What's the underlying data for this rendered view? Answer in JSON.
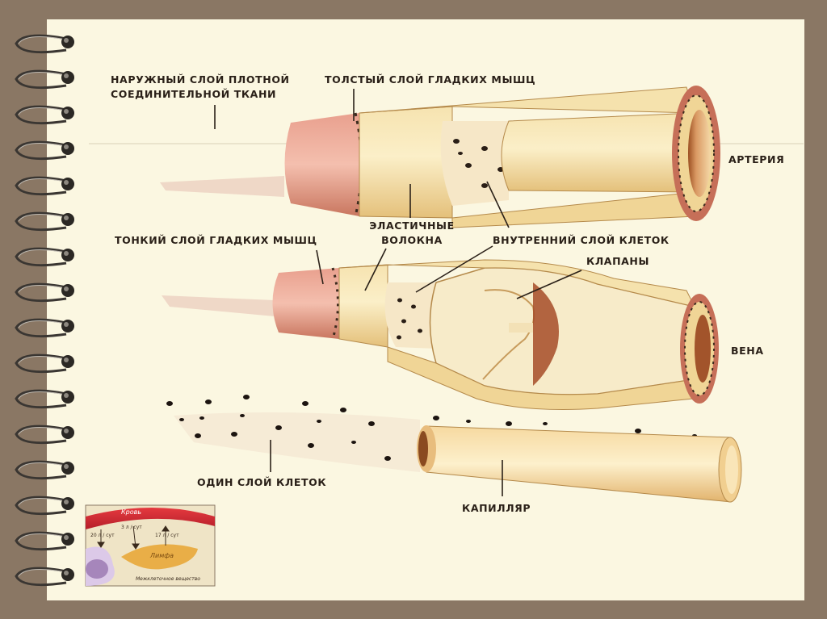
{
  "diagram": {
    "labels": {
      "outer_layer_line1": "НАРУЖНЫЙ СЛОЙ ПЛОТНОЙ",
      "outer_layer_line2": "СОЕДИНИТЕЛЬНОЙ ТКАНИ",
      "thick_muscle": "ТОЛСТЫЙ СЛОЙ ГЛАДКИХ МЫШЦ",
      "artery": "АРТЕРИЯ",
      "thin_muscle": "ТОНКИЙ СЛОЙ ГЛАДКИХ МЫШЦ",
      "elastic_line1": "ЭЛАСТИЧНЫЕ",
      "elastic_line2": "ВОЛОКНА",
      "inner_layer": "ВНУТРЕННИЙ СЛОЙ КЛЕТОК",
      "valves": "КЛАПАНЫ",
      "vein": "ВЕНА",
      "one_layer": "ОДИН СЛОЙ КЛЕТОК",
      "capillary": "КАПИЛЛЯР"
    },
    "inset": {
      "blood": "Кровь",
      "flow_1": "20 л / сут",
      "flow_2": "3 л / сут",
      "flow_3": "17 л / сут",
      "lymph": "Лимфа",
      "interstitial": "Межклеточное вещество"
    }
  },
  "colors": {
    "frame": "#8a7764",
    "paper": "#fbf7e1",
    "vessel_wall": "#f3dc9c",
    "outer_tissue": "#d98a7a",
    "lumen": "#c98a55",
    "blood": "#d8323a"
  },
  "icons": [
    "spiral-binding-ring"
  ]
}
